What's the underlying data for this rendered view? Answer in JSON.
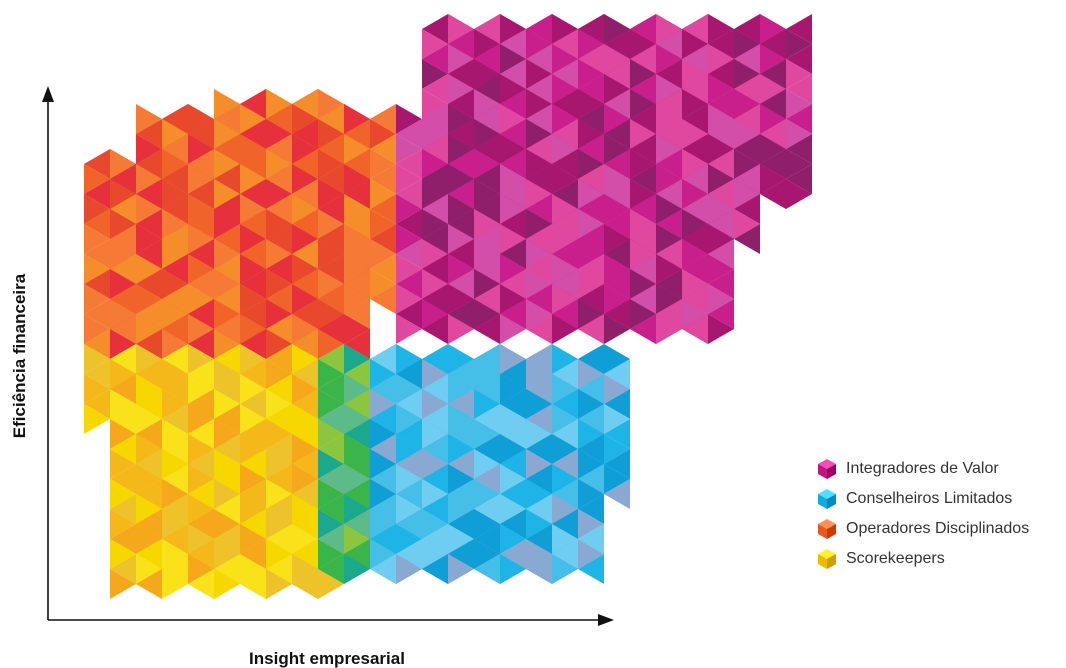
{
  "axes": {
    "x_label": "Insight empresarial",
    "y_label": "Eficiência financeira"
  },
  "legend": [
    {
      "label": "Integradores de Valor",
      "color": "#c81f8c",
      "icon": "hexagon-cube-icon"
    },
    {
      "label": "Conselheiros Limitados",
      "color": "#1fb4e8",
      "icon": "hexagon-cube-icon"
    },
    {
      "label": "Operadores Disciplinados",
      "color": "#f0642a",
      "icon": "hexagon-cube-icon"
    },
    {
      "label": "Scorekeepers",
      "color": "#f7c600",
      "icon": "hexagon-cube-icon"
    }
  ],
  "colors": {
    "magenta": [
      "#a8176f",
      "#c81f8c",
      "#e0489f",
      "#8f1f6a",
      "#d24ea8"
    ],
    "cyan": [
      "#1fb4e8",
      "#0f9ed6",
      "#6fcdf2",
      "#46bfe8",
      "#89a9d2"
    ],
    "orange": [
      "#f58d2a",
      "#f0642a",
      "#e8492c",
      "#f47a35",
      "#e6303c"
    ],
    "yellow": [
      "#f7d700",
      "#f4b81b",
      "#f9e21a",
      "#eec22a",
      "#f5a81c"
    ],
    "green": [
      "#39b54a",
      "#8cc63e",
      "#1ba88d",
      "#5dbb8a"
    ],
    "axis": "#111111"
  }
}
